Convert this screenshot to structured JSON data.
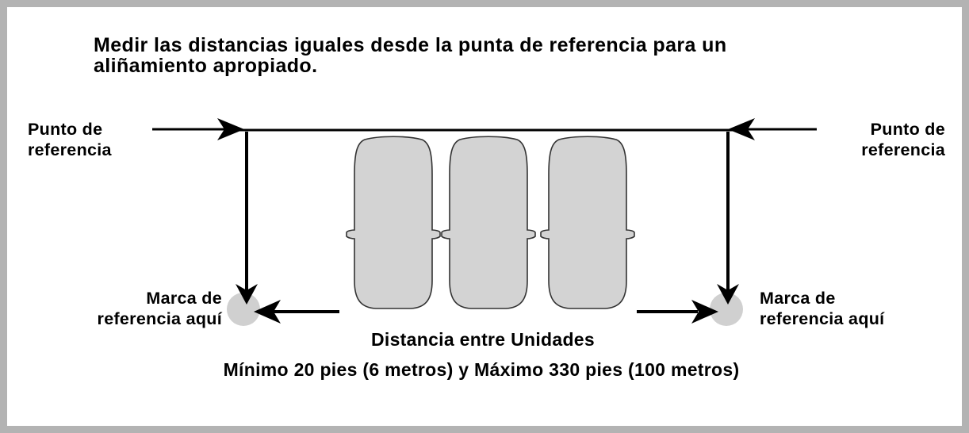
{
  "title": {
    "line1": "Medir las distancias iguales desde la punta de referencia para un",
    "line2": "aliñamiento apropiado."
  },
  "labels": {
    "ref_left_line1": "Punto de",
    "ref_left_line2": "referencia",
    "ref_right_line1": "Punto de",
    "ref_right_line2": "referencia",
    "mark_left_line1": "Marca de",
    "mark_left_line2": "referencia aquí",
    "mark_right_line1": "Marca de",
    "mark_right_line2": "referencia aquí"
  },
  "caption": {
    "distance": "Distancia entre Unidades",
    "range": "Mínimo 20 pies (6 metros) y Máximo 330 pies (100 metros)"
  },
  "vehicle_count": 3,
  "colors": {
    "frame": "#b3b3b3",
    "vehicle_fill": "#d3d3d3",
    "vehicle_stroke": "#333333",
    "marker": "#d0d0d0",
    "line": "#000000"
  }
}
